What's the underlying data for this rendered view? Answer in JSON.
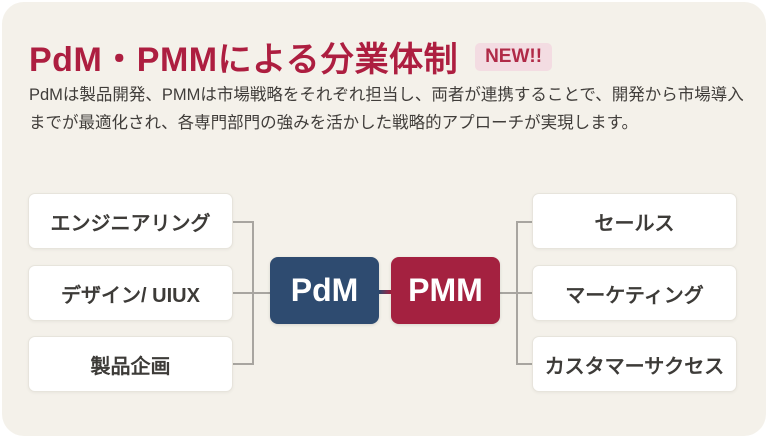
{
  "header": {
    "title": "PdM・PMMによる分業体制",
    "badge": "NEW!!",
    "description": "PdMは製品開発、PMMは市場戦略をそれぞれ担当し、両者が連携することで、開発から市場導入までが最適化され、各専門部門の強みを活かした戦略的アプローチが実現します。"
  },
  "diagram": {
    "left_group": {
      "items": [
        {
          "label": "エンジニアリング"
        },
        {
          "label": "デザイン/ UIUX"
        },
        {
          "label": "製品企画"
        }
      ]
    },
    "center": {
      "pdm_label": "PdM",
      "pmm_label": "PMM"
    },
    "right_group": {
      "items": [
        {
          "label": "セールス"
        },
        {
          "label": "マーケティング"
        },
        {
          "label": "カスタマーサクセス"
        }
      ]
    }
  },
  "colors": {
    "card_background": "#f4f1ea",
    "title": "#ad1e40",
    "badge_background": "#f3dce2",
    "badge_text": "#b02a47",
    "body_text": "#403d3a",
    "pdm_box": "#2e4b70",
    "pmm_box": "#a42140",
    "connector_line": "#a8a5a0",
    "box_background": "#ffffff",
    "box_border": "#e7e4dc",
    "box_text": "#3d3b38"
  }
}
